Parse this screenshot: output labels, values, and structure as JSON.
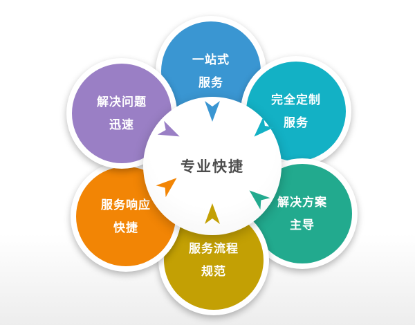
{
  "diagram": {
    "center": {
      "label": "专业快捷",
      "background_color": "#ffffff",
      "text_color": "#4d4d4d"
    },
    "petals": [
      {
        "position": "top",
        "line1": "一站式",
        "line2": "服务",
        "color": "#3a96d2"
      },
      {
        "position": "top-right",
        "line1": "完全定制",
        "line2": "服务",
        "color": "#13b1c5"
      },
      {
        "position": "bottom-right",
        "line1": "解决方案",
        "line2": "主导",
        "color": "#22aa8e"
      },
      {
        "position": "bottom",
        "line1": "服务流程",
        "line2": "规范",
        "color": "#c3a004"
      },
      {
        "position": "bottom-left",
        "line1": "服务响应",
        "line2": "快捷",
        "color": "#f28505"
      },
      {
        "position": "top-left",
        "line1": "解决问题",
        "line2": "迅速",
        "color": "#9a7fc5"
      }
    ]
  }
}
